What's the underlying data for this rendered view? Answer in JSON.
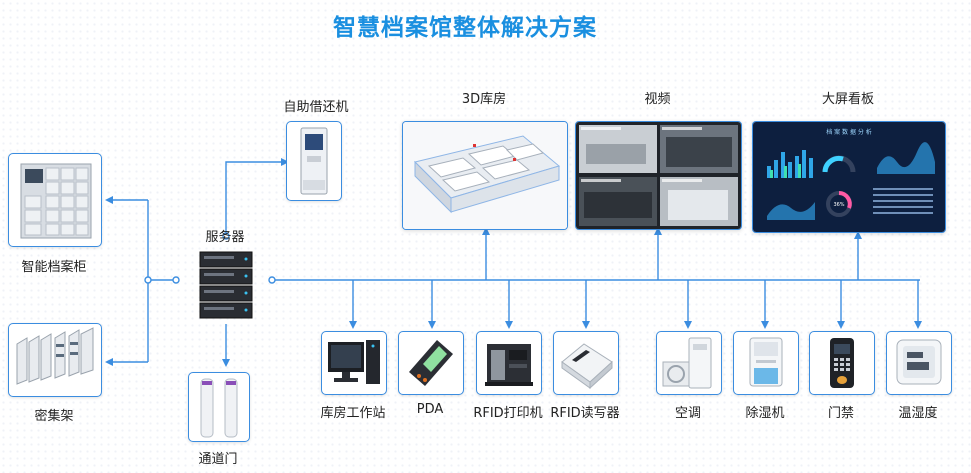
{
  "title": "智慧档案馆整体解决方案",
  "nodes": {
    "server": "服务器",
    "kiosk": "自助借还机",
    "smart_cabinet": "智能档案柜",
    "compact_shelf": "密集架",
    "gate": "通道门",
    "warehouse_3d": "3D库房",
    "video": "视频",
    "dashboard": "大屏看板",
    "workstation": "库房工作站",
    "pda": "PDA",
    "rfid_printer": "RFID打印机",
    "rfid_reader": "RFID读写器",
    "ac": "空调",
    "dehumidifier": "除湿机",
    "access_control": "门禁",
    "thermo_hygrometer": "温湿度"
  },
  "dashboard_panel_title": "档 案 数 据 分 析",
  "dashboard_percent": "36%",
  "colors": {
    "accent": "#1a8fe0",
    "line": "#3b8de0"
  }
}
